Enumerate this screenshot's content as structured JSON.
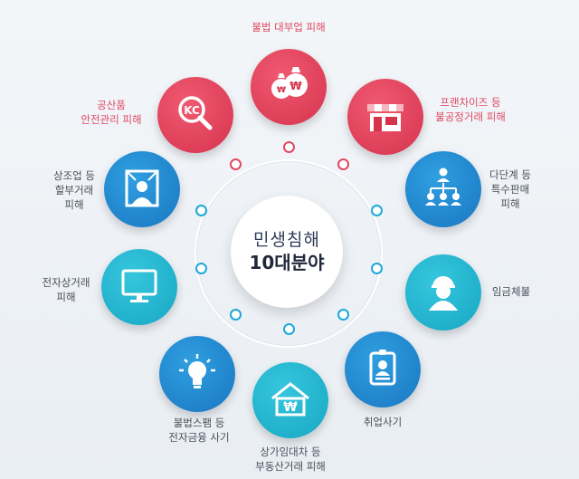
{
  "center": {
    "title": "민생침해",
    "subtitle": "10대분야"
  },
  "categories": [
    {
      "label": "불법 대부업 피해",
      "icon": "money-bags-icon",
      "color": "#e04962"
    },
    {
      "label": "프랜차이즈 등\n불공정거래 피해",
      "icon": "storefront-icon",
      "color": "#e04962"
    },
    {
      "label": "다단계 등\n특수판매\n피해",
      "icon": "org-chart-icon",
      "color": "#1a77c2"
    },
    {
      "label": "임금체불",
      "icon": "worker-icon",
      "color": "#17a7c3"
    },
    {
      "label": "취업사기",
      "icon": "id-badge-icon",
      "color": "#1a77c2"
    },
    {
      "label": "상가임대차 등\n부동산거래 피해",
      "icon": "house-won-icon",
      "color": "#17a7c3"
    },
    {
      "label": "불법스팸 등\n전자금융 사기",
      "icon": "lightbulb-icon",
      "color": "#1a77c2"
    },
    {
      "label": "전자상거래\n피해",
      "icon": "monitor-icon",
      "color": "#17a7c3"
    },
    {
      "label": "상조업 등\n할부거래\n피해",
      "icon": "portrait-frame-icon",
      "color": "#1a77c2"
    },
    {
      "label": "공산품\n안전관리 피해",
      "icon": "kc-magnifier-icon",
      "color": "#e04962"
    }
  ]
}
